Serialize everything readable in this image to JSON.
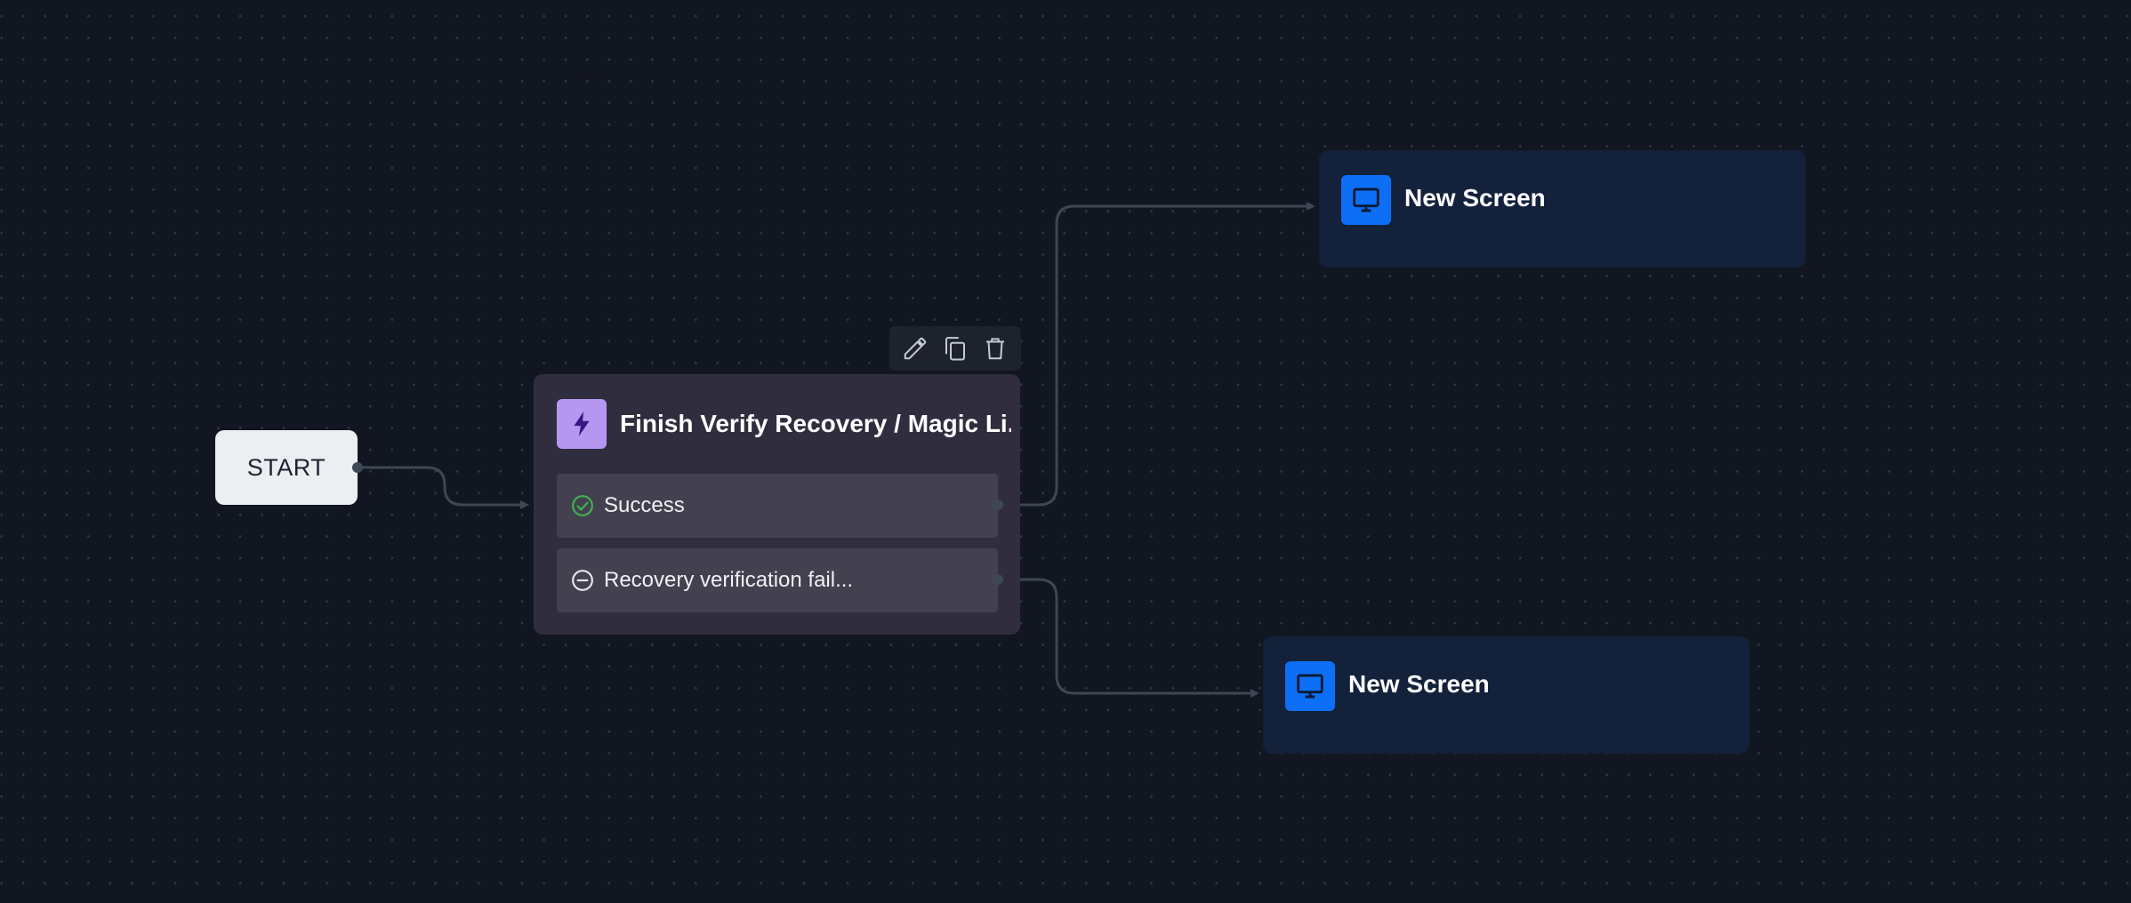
{
  "canvas": {
    "background": "#111620",
    "dot_color": "#2f3846",
    "edge_color": "#3e4755"
  },
  "start_node": {
    "label": "START"
  },
  "node_toolbar": {
    "icons": [
      "pencil-icon",
      "copy-icon",
      "trash-icon"
    ]
  },
  "action_node": {
    "icon": "lightning-bolt-icon",
    "icon_color": "#b597f2",
    "title": "Finish Verify Recovery / Magic Li...",
    "outcomes": [
      {
        "icon": "check-circle-icon",
        "icon_color": "#3fb34f",
        "label": "Success"
      },
      {
        "icon": "minus-circle-icon",
        "icon_color": "#e6e6ea",
        "label": "Recovery verification fail..."
      }
    ]
  },
  "screen_nodes": [
    {
      "icon": "monitor-icon",
      "icon_color": "#0d6ff6",
      "title": "New Screen"
    },
    {
      "icon": "monitor-icon",
      "icon_color": "#0d6ff6",
      "title": "New Screen"
    }
  ]
}
